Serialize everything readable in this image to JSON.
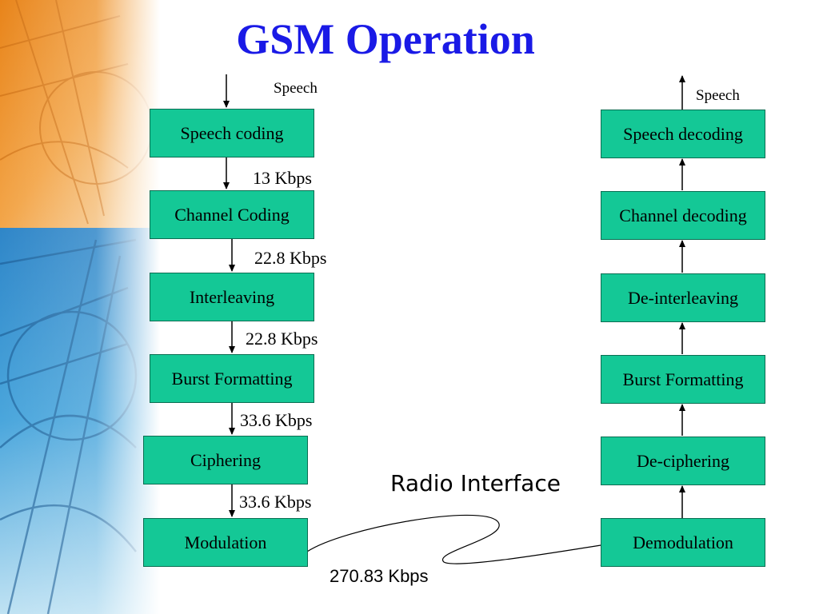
{
  "slide": {
    "title": "GSM Operation"
  },
  "colors": {
    "title": "#1a1ae6",
    "block_fill": "#14c896",
    "block_border": "#0b6e52"
  },
  "transmitter": {
    "input_label": "Speech",
    "blocks": [
      "Speech coding",
      "Channel Coding",
      "Interleaving",
      "Burst Formatting",
      "Ciphering",
      "Modulation"
    ],
    "rates": [
      "13 Kbps",
      "22.8 Kbps",
      "22.8 Kbps",
      "33.6 Kbps",
      "33.6 Kbps"
    ]
  },
  "receiver": {
    "output_label": "Speech",
    "blocks": [
      "Speech decoding",
      "Channel decoding",
      "De-interleaving",
      "Burst Formatting",
      "De-ciphering",
      "Demodulation"
    ]
  },
  "radio_link": {
    "label": "Radio Interface",
    "rate": "270.83 Kbps"
  }
}
